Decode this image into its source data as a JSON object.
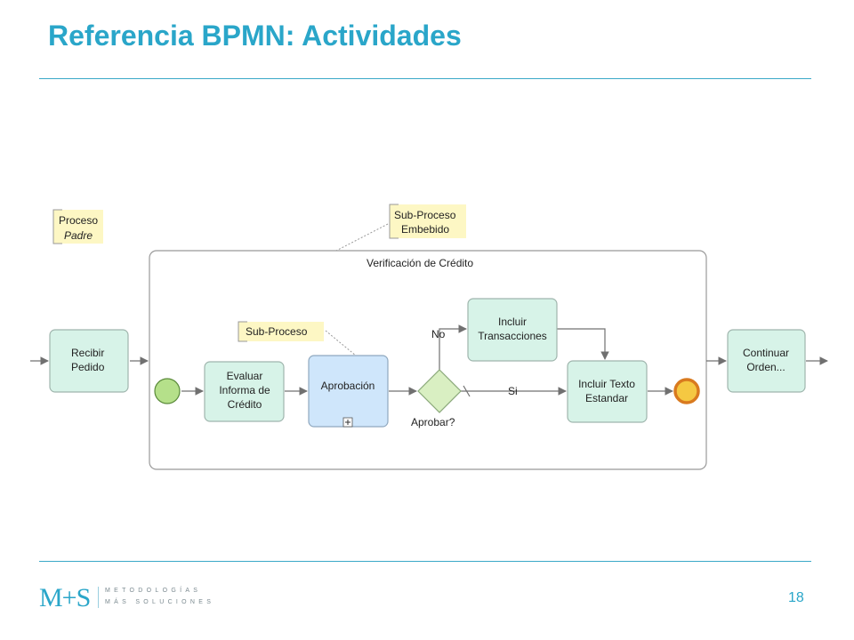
{
  "slide": {
    "title": "Referencia BPMN: Actividades",
    "page_number": "18"
  },
  "logo": {
    "mark": "M+S",
    "line1": "METODOLOGÍAS",
    "line2": "MÁS SOLUCIONES"
  },
  "diagram": {
    "annotations": {
      "parent_process": [
        "Proceso",
        "Padre"
      ],
      "embedded_subprocess": [
        "Sub-Proceso",
        "Embebido"
      ],
      "subprocess": "Sub-Proceso"
    },
    "pool_label": "Verificación de Crédito",
    "tasks": {
      "recibir": [
        "Recibir",
        "Pedido"
      ],
      "evaluar": [
        "Evaluar",
        "Informa de",
        "Crédito"
      ],
      "aprobacion": "Aprobación",
      "incluir_transacciones": [
        "Incluir",
        "Transacciones"
      ],
      "incluir_texto": [
        "Incluir Texto",
        "Estandar"
      ],
      "continuar": [
        "Continuar",
        "Orden..."
      ]
    },
    "gateway_label": "Aprobar?",
    "flow_labels": {
      "no": "No",
      "si": "Si"
    },
    "colors": {
      "task_fill": "#d7f3e8",
      "task_stroke": "#9fb5ad",
      "subprocess_fill": "#cfe6fb",
      "subprocess_stroke": "#8fa8bf",
      "start_event": "#b5e08a",
      "end_event": "#f5c842",
      "end_event_stroke": "#d97a1f",
      "annotation_fill": "#fdf7c4",
      "accent": "#2aa6c9"
    }
  }
}
